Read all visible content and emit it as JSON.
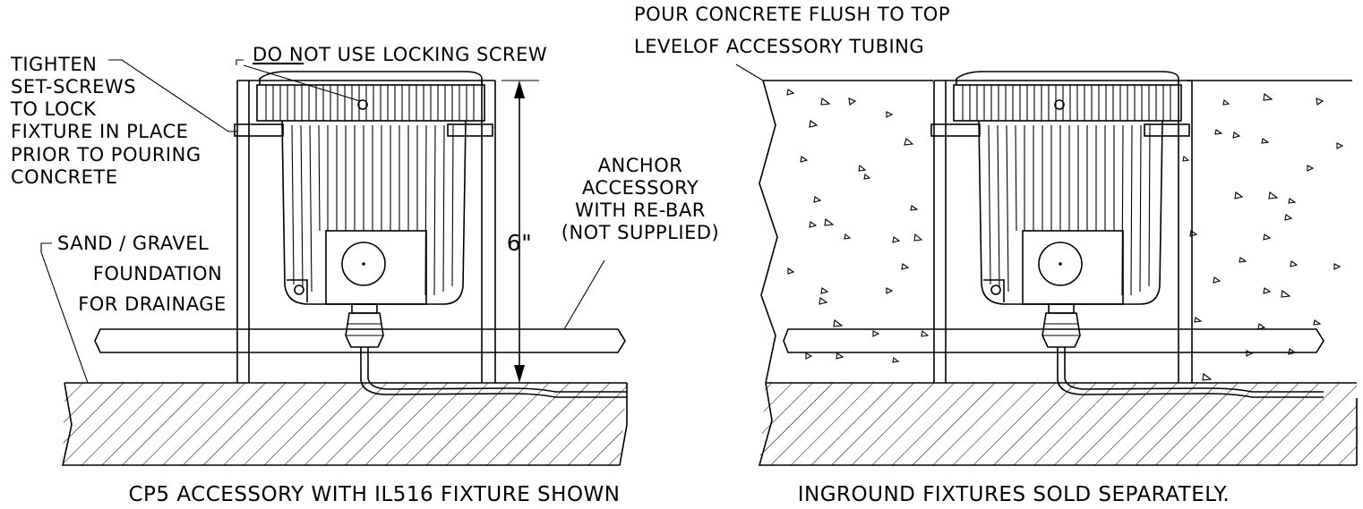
{
  "left": {
    "tighten": [
      "TIGHTEN",
      "SET-SCREWS",
      "TO LOCK",
      "FIXTURE IN PLACE",
      "PRIOR TO POURING",
      "CONCRETE"
    ],
    "do_not_underlined": "DO N",
    "do_not_rest": "OT USE LOCKING SCREW",
    "anchor": [
      "ANCHOR",
      "ACCESSORY",
      "WITH RE-BAR",
      "(NOT SUPPLIED)"
    ],
    "dimension": "6\"",
    "sand": [
      "SAND / GRAVEL",
      "FOUNDATION",
      "FOR DRAINAGE"
    ],
    "caption": "CP5 ACCESSORY WITH IL516 FIXTURE SHOWN"
  },
  "right": {
    "pour": [
      "POUR CONCRETE FLUSH TO TOP",
      "LEVELOF ACCESSORY TUBING"
    ],
    "caption": "INGROUND FIXTURES SOLD SEPARATELY."
  }
}
